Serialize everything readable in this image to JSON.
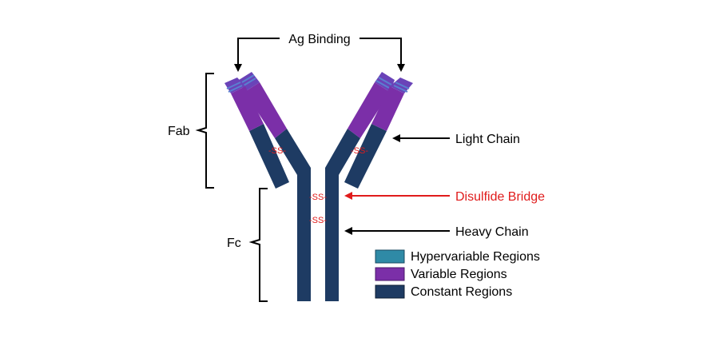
{
  "labels": {
    "ag_binding": "Ag Binding",
    "fab": "Fab",
    "fc": "Fc",
    "light_chain": "Light Chain",
    "disulfide_bridge": "Disulfide Bridge",
    "heavy_chain": "Heavy Chain",
    "ss": "-SS-"
  },
  "legend": [
    {
      "key": "hypervariable",
      "label": "Hypervariable Regions",
      "color": "#2f8aa6"
    },
    {
      "key": "variable",
      "label": "Variable Regions",
      "color": "#7b2fa8"
    },
    {
      "key": "constant",
      "label": "Constant Regions",
      "color": "#1e3b63"
    }
  ],
  "colors": {
    "constant": "#1e3b63",
    "variable": "#7b2fa8",
    "hypervariable": "#5a6fc4",
    "disulfide": "#e01b1b",
    "annotation": "#000000"
  }
}
